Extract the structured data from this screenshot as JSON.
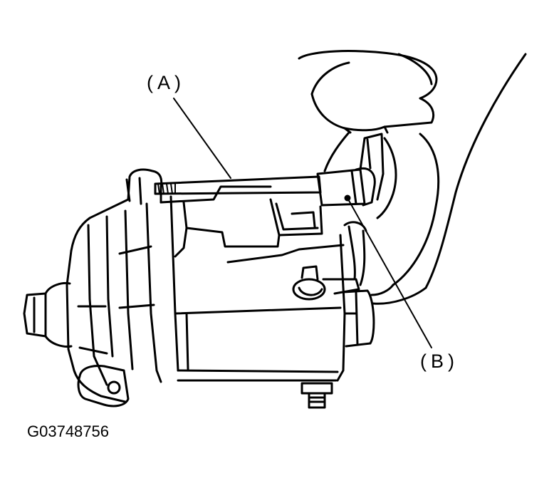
{
  "callouts": {
    "a": "(A)",
    "b": "(B)"
  },
  "figure_id": "G03748756",
  "colors": {
    "ink": "#000000",
    "paper": "#ffffff"
  }
}
